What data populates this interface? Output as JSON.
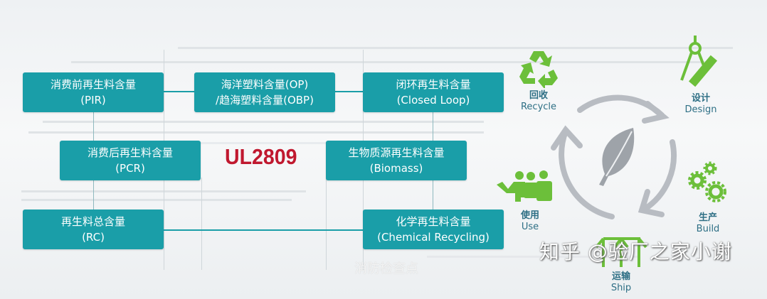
{
  "colors": {
    "box": "#1a9ea8",
    "title": "#c0182f",
    "icon_green": "#6cbf3a",
    "cycle_gray": "#b8bcc2",
    "label": "#2e6f85"
  },
  "diagram": {
    "title": "UL2809",
    "boxes": [
      {
        "cn": "消费前再生料含量",
        "en": "(PIR)"
      },
      {
        "cn": "海洋塑料含量(OP)",
        "en": "/趋海塑料含量(OBP)"
      },
      {
        "cn": "闭环再生料含量",
        "en": "(Closed Loop)"
      },
      {
        "cn": "消费后再生料含量",
        "en": "(PCR)"
      },
      {
        "cn": "生物质源再生料含量",
        "en": "(Biomass)"
      },
      {
        "cn": "再生料总含量",
        "en": "(RC)"
      },
      {
        "cn": "化学再生料含量",
        "en": "(Chemical Recycling)"
      }
    ]
  },
  "cycle": {
    "center_icon": "leaf-icon",
    "steps": [
      {
        "cn": "回收",
        "en": "Recycle",
        "icon": "recycle-icon"
      },
      {
        "cn": "设计",
        "en": "Design",
        "icon": "compass-ruler-icon"
      },
      {
        "cn": "生产",
        "en": "Build",
        "icon": "gears-icon"
      },
      {
        "cn": "运输",
        "en": "Ship",
        "icon": "box-icon"
      },
      {
        "cn": "使用",
        "en": "Use",
        "icon": "people-icon"
      }
    ]
  },
  "watermarks": {
    "main": "知乎 @验厂之家小谢",
    "faint": "消防检查点"
  }
}
